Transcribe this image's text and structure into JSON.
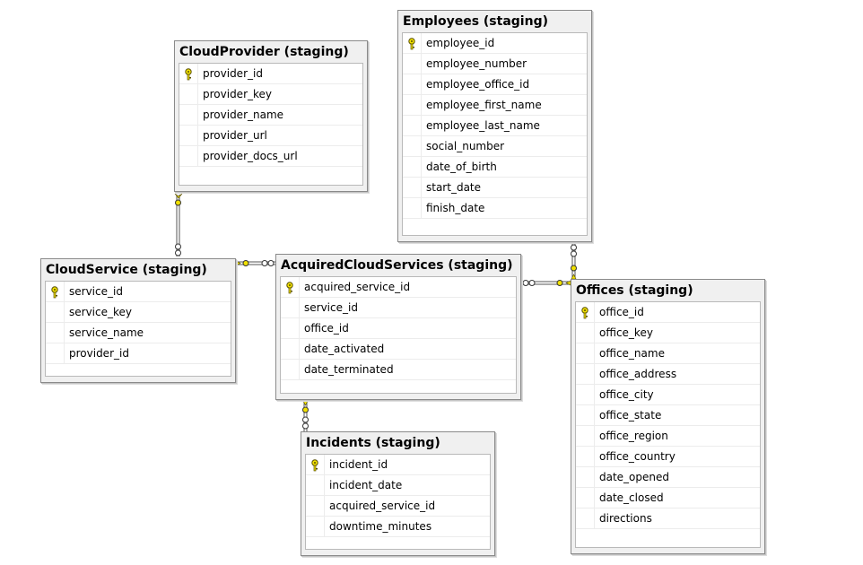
{
  "tables": {
    "cloud_provider": {
      "title": "CloudProvider (staging)",
      "columns": [
        {
          "name": "provider_id",
          "pk": true
        },
        {
          "name": "provider_key",
          "pk": false
        },
        {
          "name": "provider_name",
          "pk": false
        },
        {
          "name": "provider_url",
          "pk": false
        },
        {
          "name": "provider_docs_url",
          "pk": false
        }
      ]
    },
    "employees": {
      "title": "Employees (staging)",
      "columns": [
        {
          "name": "employee_id",
          "pk": true
        },
        {
          "name": "employee_number",
          "pk": false
        },
        {
          "name": "employee_office_id",
          "pk": false
        },
        {
          "name": "employee_first_name",
          "pk": false
        },
        {
          "name": "employee_last_name",
          "pk": false
        },
        {
          "name": "social_number",
          "pk": false
        },
        {
          "name": "date_of_birth",
          "pk": false
        },
        {
          "name": "start_date",
          "pk": false
        },
        {
          "name": "finish_date",
          "pk": false
        }
      ]
    },
    "cloud_service": {
      "title": "CloudService (staging)",
      "columns": [
        {
          "name": "service_id",
          "pk": true
        },
        {
          "name": "service_key",
          "pk": false
        },
        {
          "name": "service_name",
          "pk": false
        },
        {
          "name": "provider_id",
          "pk": false
        }
      ]
    },
    "acquired_cloud_services": {
      "title": "AcquiredCloudServices (staging)",
      "columns": [
        {
          "name": "acquired_service_id",
          "pk": true
        },
        {
          "name": "service_id",
          "pk": false
        },
        {
          "name": "office_id",
          "pk": false
        },
        {
          "name": "date_activated",
          "pk": false
        },
        {
          "name": "date_terminated",
          "pk": false
        }
      ]
    },
    "offices": {
      "title": "Offices (staging)",
      "columns": [
        {
          "name": "office_id",
          "pk": true
        },
        {
          "name": "office_key",
          "pk": false
        },
        {
          "name": "office_name",
          "pk": false
        },
        {
          "name": "office_address",
          "pk": false
        },
        {
          "name": "office_city",
          "pk": false
        },
        {
          "name": "office_state",
          "pk": false
        },
        {
          "name": "office_region",
          "pk": false
        },
        {
          "name": "office_country",
          "pk": false
        },
        {
          "name": "date_opened",
          "pk": false
        },
        {
          "name": "date_closed",
          "pk": false
        },
        {
          "name": "directions",
          "pk": false
        }
      ]
    },
    "incidents": {
      "title": "Incidents (staging)",
      "columns": [
        {
          "name": "incident_id",
          "pk": true
        },
        {
          "name": "incident_date",
          "pk": false
        },
        {
          "name": "acquired_service_id",
          "pk": false
        },
        {
          "name": "downtime_minutes",
          "pk": false
        }
      ]
    }
  },
  "relationships": [
    {
      "from": "cloud_service",
      "to": "cloud_provider"
    },
    {
      "from": "acquired_cloud_services",
      "to": "cloud_service"
    },
    {
      "from": "acquired_cloud_services",
      "to": "offices"
    },
    {
      "from": "employees",
      "to": "offices"
    },
    {
      "from": "incidents",
      "to": "acquired_cloud_services"
    }
  ],
  "colors": {
    "key_icon": "#f0e000",
    "key_outline": "#5a5000",
    "title_bar": "#f0f0f0",
    "border": "#8a8a8a"
  }
}
